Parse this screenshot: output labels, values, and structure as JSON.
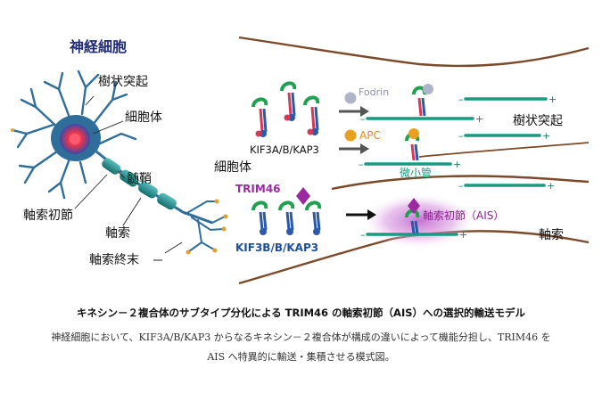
{
  "figure": {
    "neuron_title": "神経細胞",
    "labels": {
      "dendrite_left": "樹状突起",
      "cell_body_left": "細胞体",
      "myelin": "髄鞘",
      "ais_left": "軸索初節",
      "axon_left": "軸索",
      "axon_terminal": "軸索終末",
      "cell_body_center": "細胞体",
      "dendrite_right": "樹状突起",
      "axon_right": "軸索",
      "fodrin": "Fodrin",
      "apc": "APC",
      "microtubule": "微小管",
      "kif3a_complex": "KIF3A/B/KAP3",
      "trim46": "TRIM46",
      "kif3b_complex": "KIF3B/B/KAP3",
      "ais_region": "軸索初節（AIS）",
      "plus": "+",
      "minus": "–"
    },
    "colors": {
      "neuron": "#2f6e9a",
      "nucleus": "#e8344e",
      "myelin": "#1f8a8a",
      "membrane": "#7a4a2a",
      "microtubule": "#1a9a80",
      "kinesin_green": "#20a050",
      "kinesin_red": "#d23a5a",
      "kinesin_blue": "#2a5aa8",
      "trim46": "#9b2aa0",
      "ais_glow": "#c46bd0",
      "title_navy": "#1f2a7a",
      "kif3b_label": "#1e4f9c",
      "apc": "#e8a020",
      "fodrin": "#9aa0b8"
    }
  },
  "caption": {
    "title": "キネシン－２複合体のサブタイプ分化による TRIM46 の軸索初節（AIS）への選択的輸送モデル",
    "line1": "神経細胞において、KIF3A/B/KAP3 からなるキネシン－２複合体が構成の違いによって機能分担し、TRIM46 を",
    "line2": "AIS へ特異的に輸送・集積させる模式図。"
  }
}
